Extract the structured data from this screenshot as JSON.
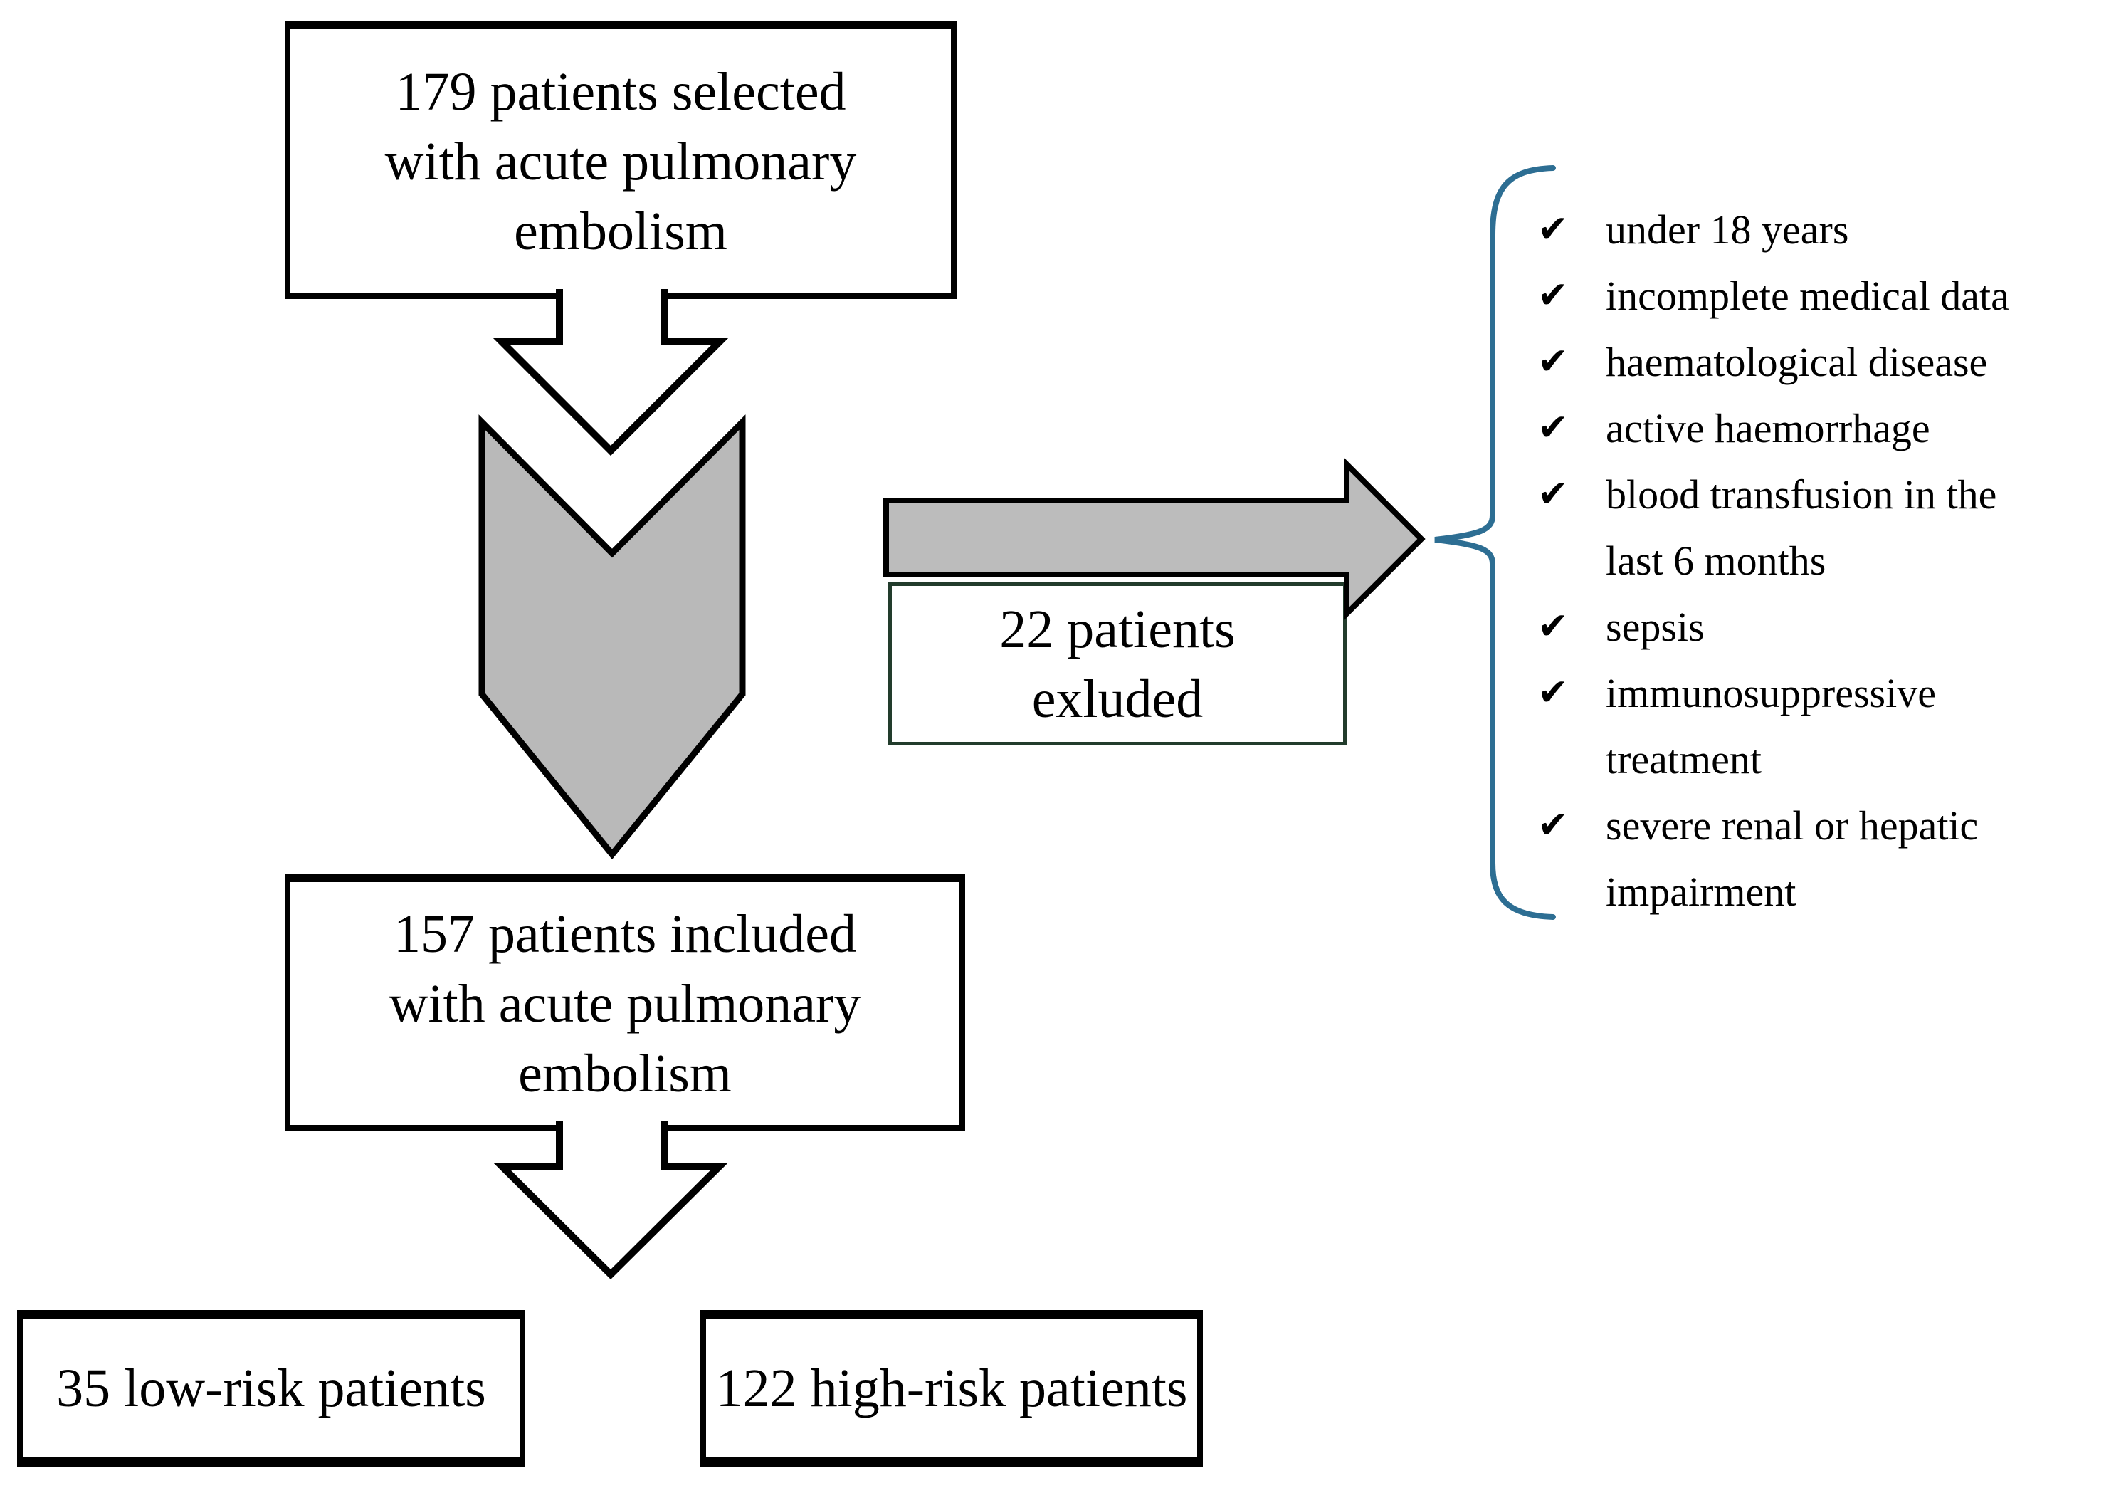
{
  "diagram": {
    "boxes": {
      "selected": {
        "lines": [
          "179 patients selected",
          "with acute pulmonary",
          "embolism"
        ]
      },
      "excluded": {
        "lines": [
          "22 patients",
          "exluded"
        ]
      },
      "included": {
        "lines": [
          "157 patients included",
          "with acute pulmonary",
          "embolism"
        ]
      },
      "low_risk": {
        "label": "35 low-risk patients"
      },
      "high_risk": {
        "label": "122 high-risk patients"
      }
    },
    "exclusion_criteria": {
      "bullet": "✔",
      "items": [
        {
          "lines": [
            "under 18 years"
          ]
        },
        {
          "lines": [
            "incomplete medical data"
          ]
        },
        {
          "lines": [
            "haematological disease"
          ]
        },
        {
          "lines": [
            "active haemorrhage"
          ]
        },
        {
          "lines": [
            "blood transfusion in the",
            "last 6 months"
          ]
        },
        {
          "lines": [
            "sepsis"
          ]
        },
        {
          "lines": [
            "immunosuppressive",
            "treatment"
          ]
        },
        {
          "lines": [
            "severe renal or hepatic",
            "impairment"
          ]
        }
      ]
    },
    "colors": {
      "arrow_gray": "#bcbcbc",
      "chevron_gray": "#b9b9b9",
      "outline": "#000000",
      "brace_blue": "#2d6e93",
      "excluded_border": "#223c2c"
    }
  }
}
